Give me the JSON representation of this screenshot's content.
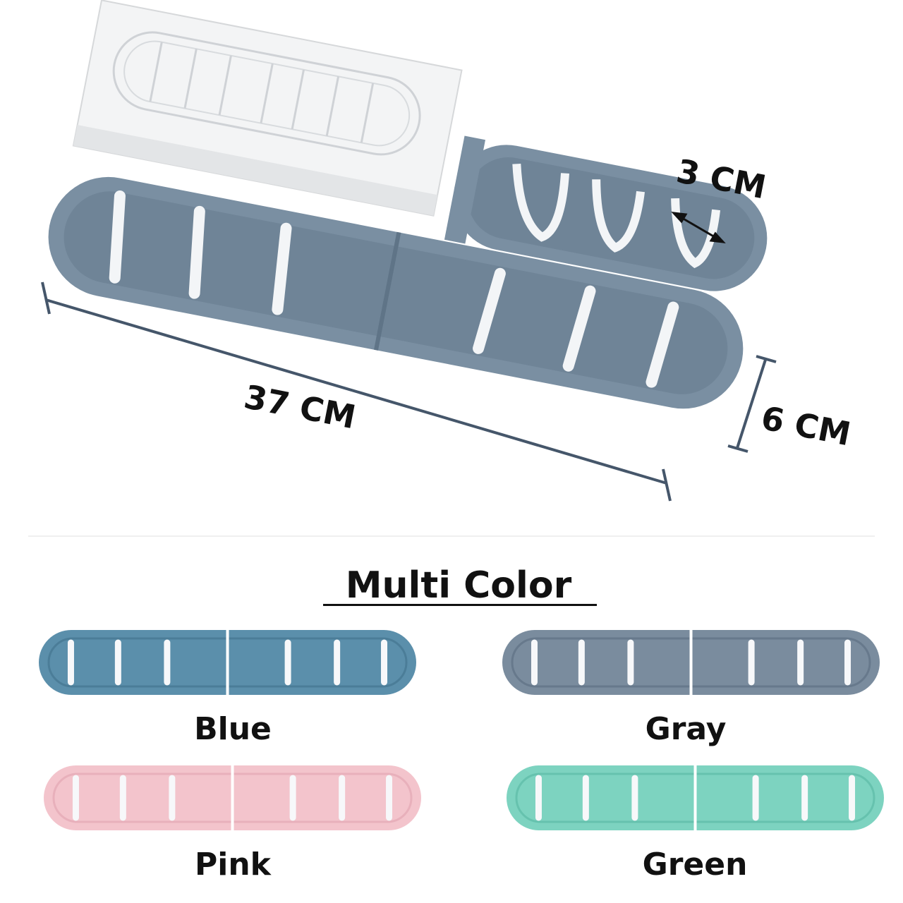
{
  "dimensions": {
    "length": "37 CM",
    "height": "6 CM",
    "hook_spacing": "3 CM"
  },
  "variants_title": "Multi Color",
  "variants": [
    {
      "name": "Blue",
      "color": "#5b8fab",
      "rim": "#4b7d98"
    },
    {
      "name": "Gray",
      "color": "#7a8c9e",
      "rim": "#67798c"
    },
    {
      "name": "Pink",
      "color": "#f3c4cc",
      "rim": "#e8b0bb"
    },
    {
      "name": "Green",
      "color": "#7dd3c0",
      "rim": "#66c2ae"
    }
  ],
  "colors": {
    "product_main": "#7a8fa2",
    "product_inner": "#6f8497",
    "hook": "#f3f5f7",
    "box": "#f1f2f3"
  }
}
